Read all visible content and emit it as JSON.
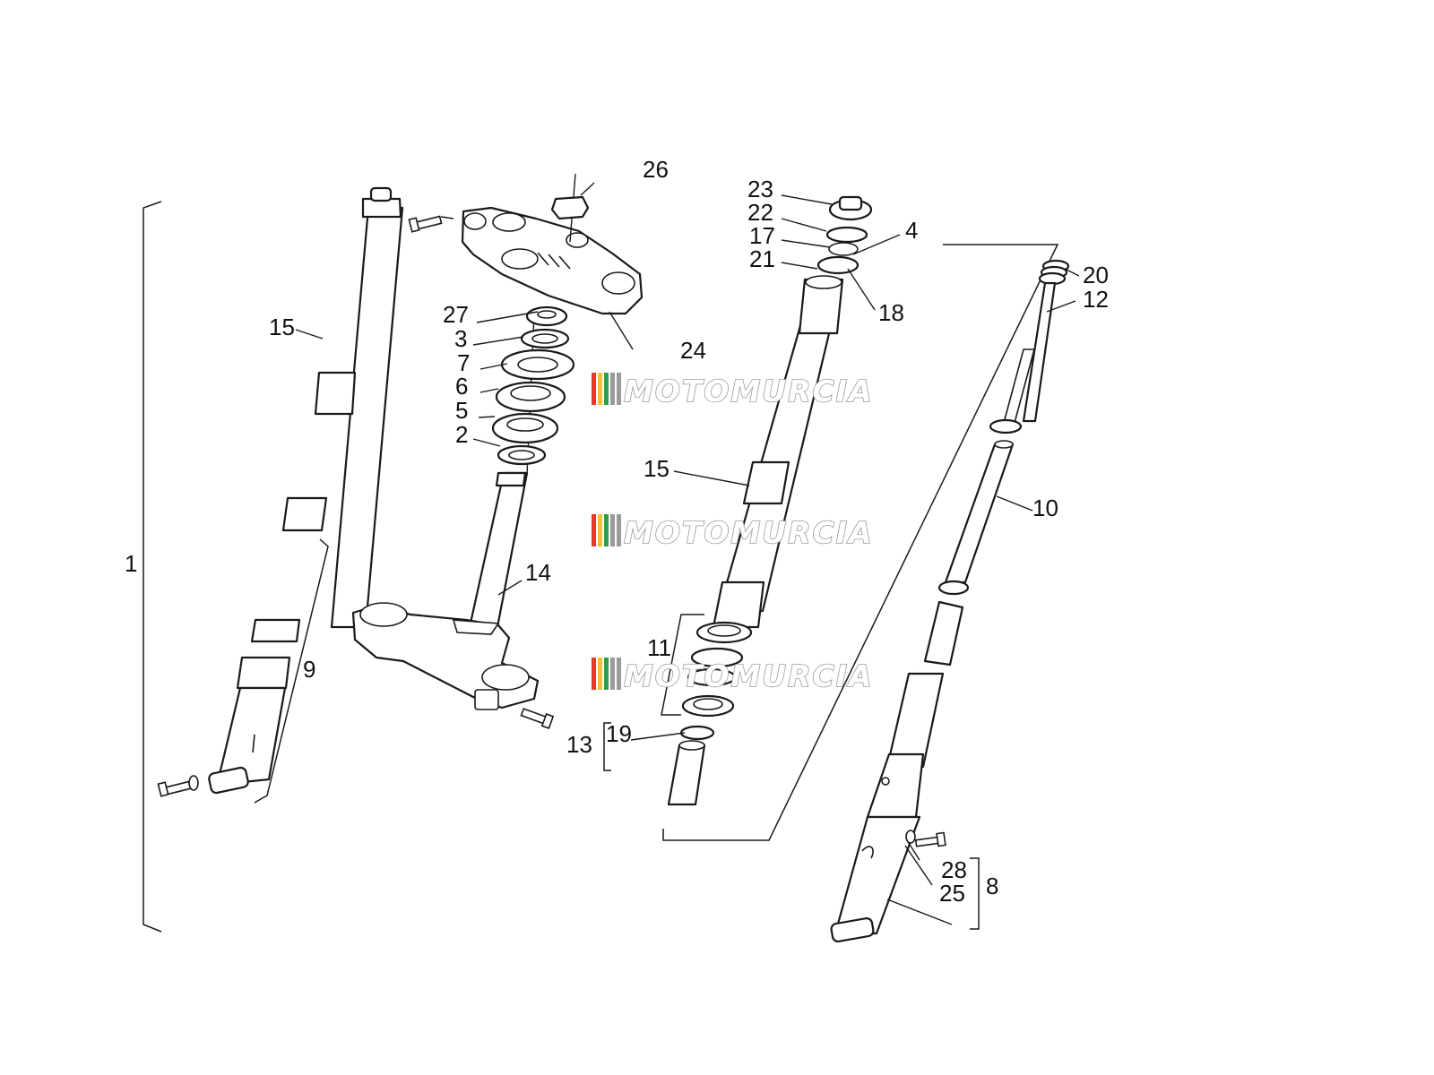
{
  "watermark": {
    "text": "MOTOMURCIA",
    "stripe_colors": [
      "#e03a2f",
      "#f2c230",
      "#2f9e44",
      "#9a9a9a",
      "#9a9a9a"
    ]
  },
  "callouts": {
    "c1": "1",
    "c2": "2",
    "c3": "3",
    "c4": "4",
    "c5": "5",
    "c6": "6",
    "c7": "7",
    "c8": "8",
    "c9": "9",
    "c10": "10",
    "c11": "11",
    "c12": "12",
    "c13": "13",
    "c14": "14",
    "c15_left": "15",
    "c15_right": "15",
    "c17": "17",
    "c18": "18",
    "c19": "19",
    "c20": "20",
    "c21": "21",
    "c22": "22",
    "c23": "23",
    "c24": "24",
    "c25": "25",
    "c26": "26",
    "c27": "27",
    "c28": "28"
  },
  "colors": {
    "line": "#1a1a1a",
    "background": "#ffffff",
    "watermark_outline": "#9a9a9a"
  }
}
